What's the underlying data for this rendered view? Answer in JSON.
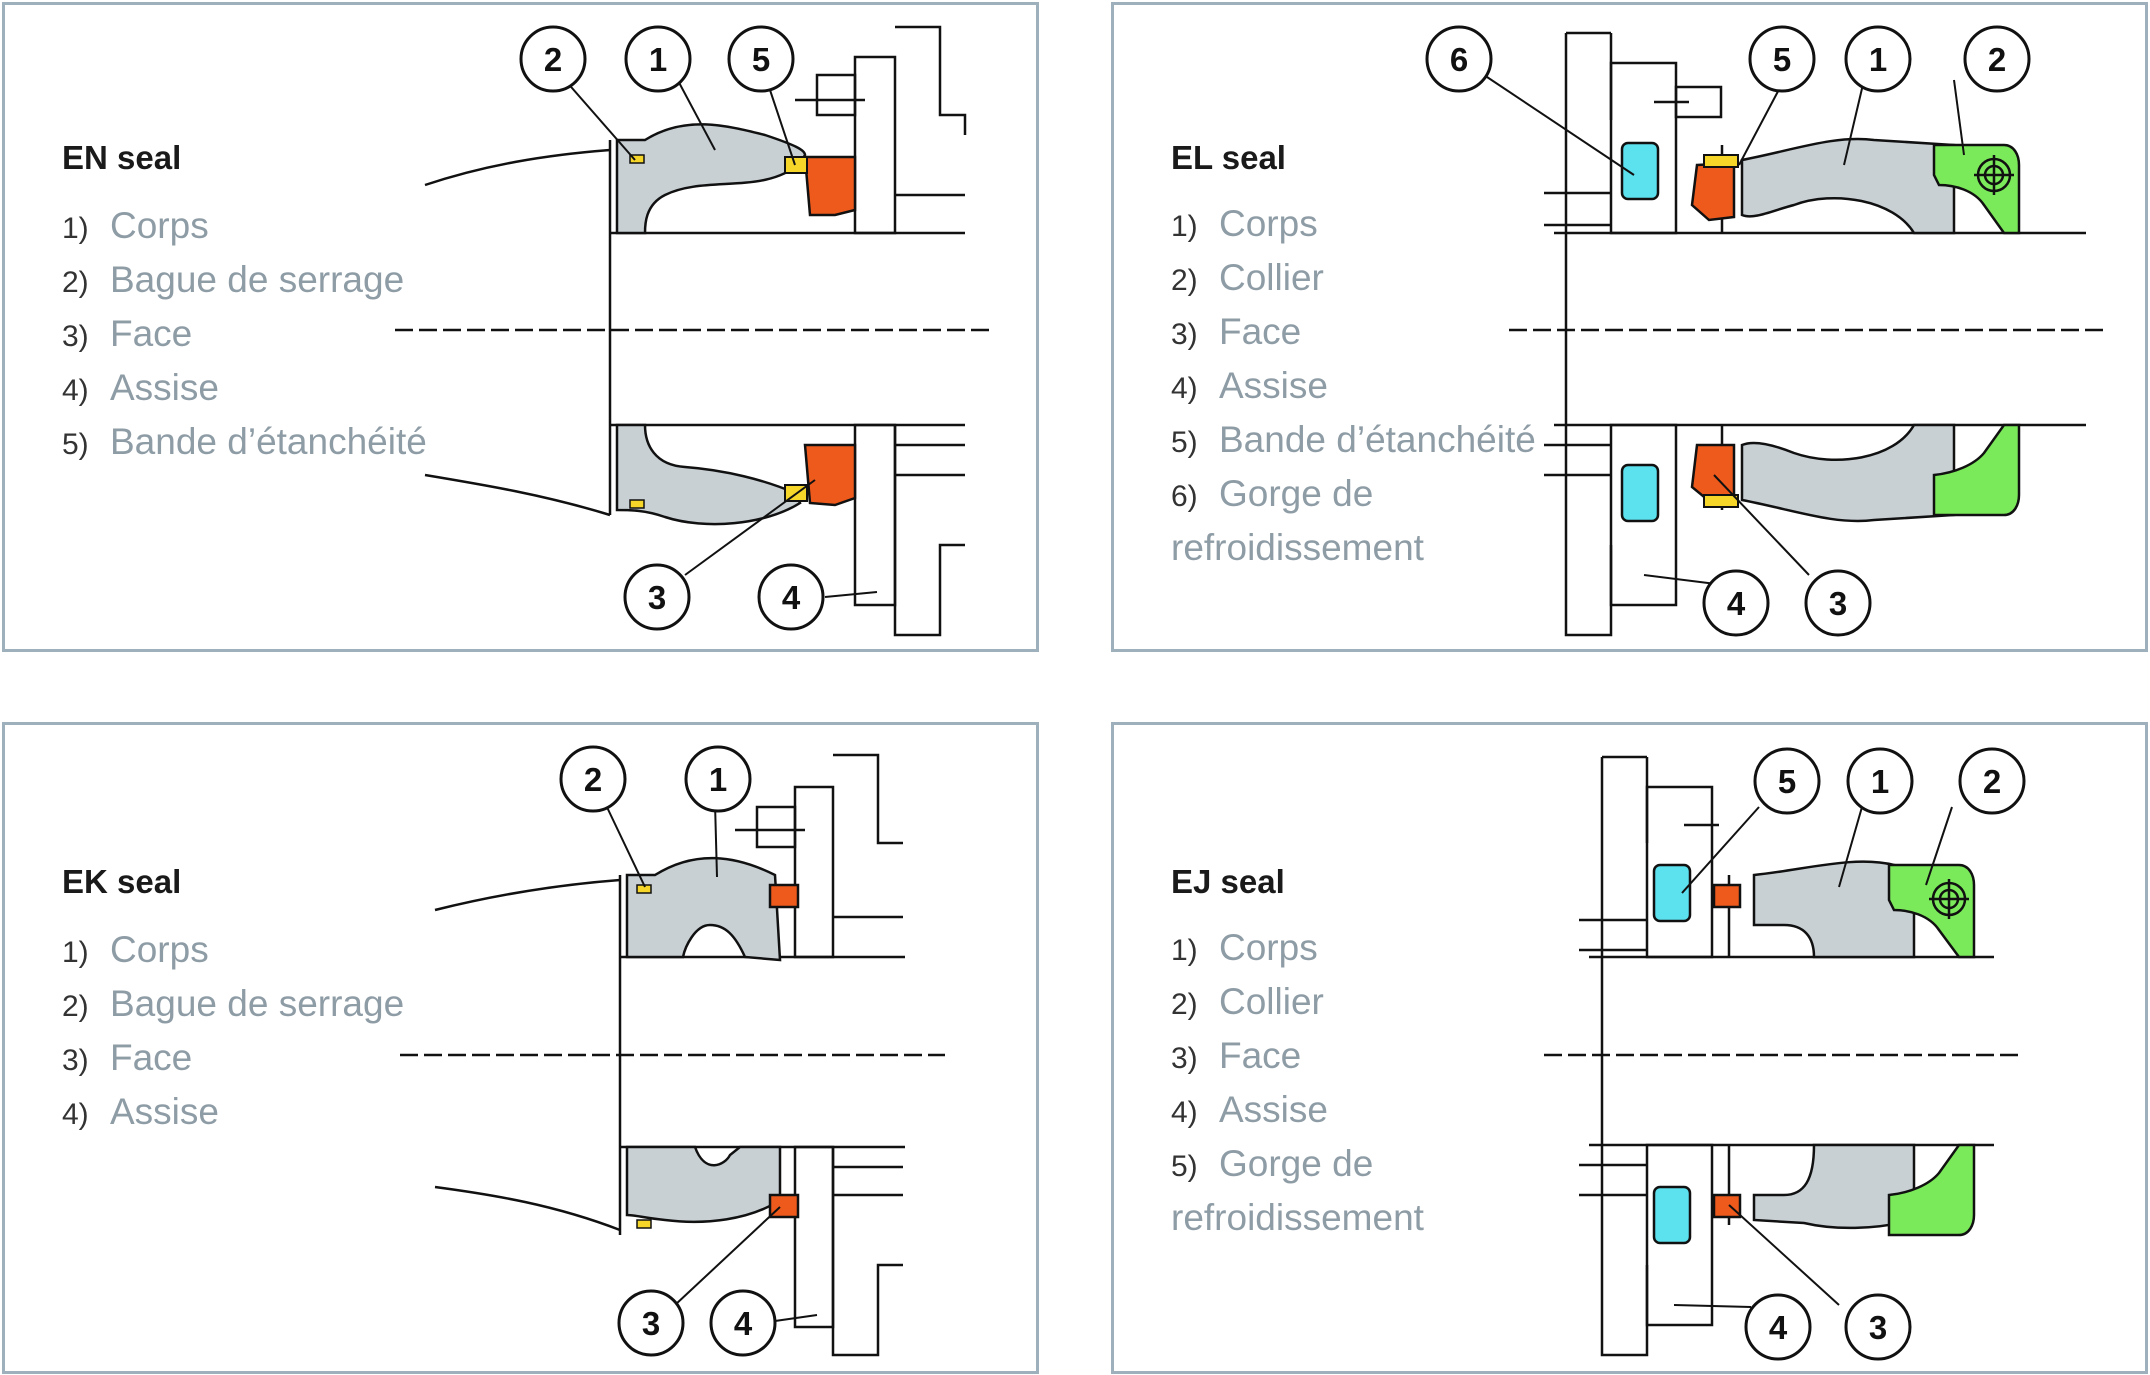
{
  "panels": {
    "en": {
      "title": "EN seal",
      "legend": [
        {
          "num": "1)",
          "text": "Corps"
        },
        {
          "num": "2)",
          "text": "Bague de serrage"
        },
        {
          "num": "3)",
          "text": "Face"
        },
        {
          "num": "4)",
          "text": "Assise"
        },
        {
          "num": "5)",
          "text": "Bande d’étanchéité"
        }
      ],
      "callouts": [
        "2",
        "1",
        "5",
        "3",
        "4"
      ]
    },
    "el": {
      "title": "EL seal",
      "legend": [
        {
          "num": "1)",
          "text": "Corps"
        },
        {
          "num": "2)",
          "text": "Collier"
        },
        {
          "num": "3)",
          "text": "Face"
        },
        {
          "num": "4)",
          "text": "Assise"
        },
        {
          "num": "5)",
          "text": "Bande d’étanchéité"
        },
        {
          "num": "6)",
          "text": "Gorge de"
        }
      ],
      "legend_cont": "refroidissement",
      "callouts": [
        "6",
        "5",
        "1",
        "2",
        "4",
        "3"
      ]
    },
    "ek": {
      "title": "EK seal",
      "legend": [
        {
          "num": "1)",
          "text": "Corps"
        },
        {
          "num": "2)",
          "text": "Bague de serrage"
        },
        {
          "num": "3)",
          "text": "Face"
        },
        {
          "num": "4)",
          "text": "Assise"
        }
      ],
      "callouts": [
        "2",
        "1",
        "3",
        "4"
      ]
    },
    "ej": {
      "title": "EJ seal",
      "legend": [
        {
          "num": "1)",
          "text": "Corps"
        },
        {
          "num": "2)",
          "text": "Collier"
        },
        {
          "num": "3)",
          "text": "Face"
        },
        {
          "num": "4)",
          "text": "Assise"
        },
        {
          "num": "5)",
          "text": "Gorge de"
        }
      ],
      "legend_cont": "refroidissement",
      "callouts": [
        "5",
        "1",
        "2",
        "4",
        "3"
      ]
    }
  },
  "colors": {
    "frame": "#9fb0bd",
    "body_grey": "#c8d0d4",
    "face_orange": "#ee5a1c",
    "band_yellow": "#f7d62a",
    "cooling_cyan": "#5ce1ee",
    "collar_green": "#7bea5a",
    "legend_text": "#8e9ca6"
  }
}
